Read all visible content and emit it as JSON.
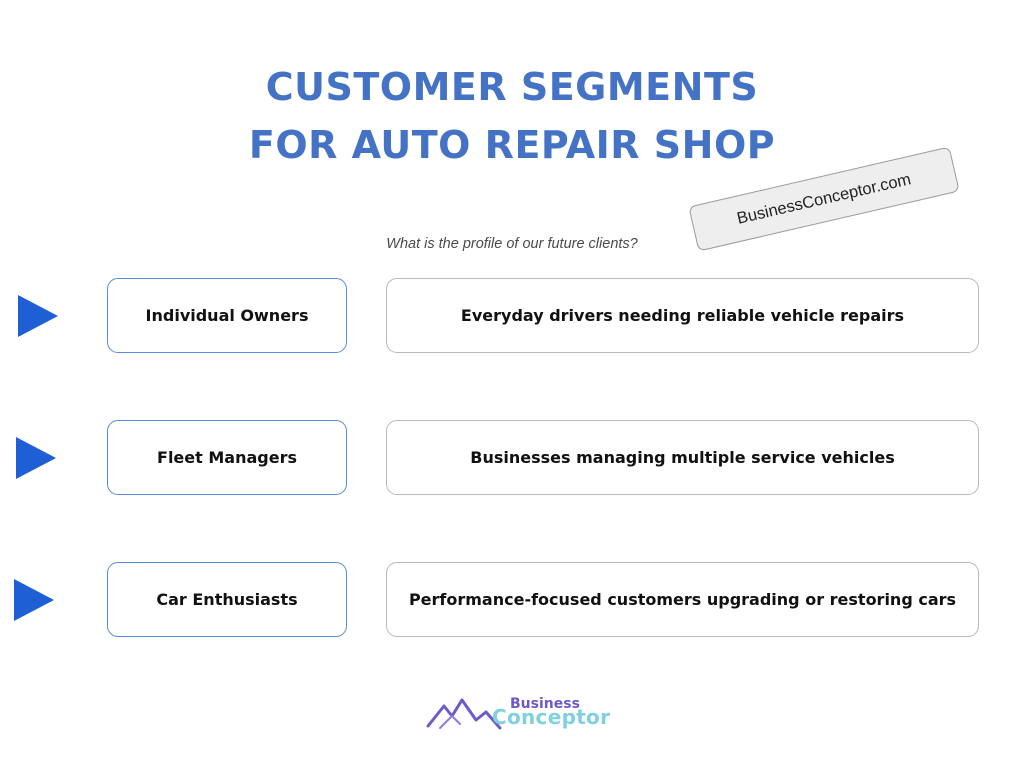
{
  "title": {
    "line1": "CUSTOMER SEGMENTS",
    "line2": "FOR AUTO REPAIR SHOP"
  },
  "subtitle": "What is the profile of our future clients?",
  "stamp": "BusinessConceptor.com",
  "segments": [
    {
      "name": "Individual Owners",
      "description": "Everyday drivers needing reliable vehicle repairs"
    },
    {
      "name": "Fleet Managers",
      "description": "Businesses managing multiple service vehicles"
    },
    {
      "name": "Car Enthusiasts",
      "description": "Performance-focused customers upgrading or restoring cars"
    }
  ],
  "logo": {
    "word1": "Business",
    "word2": "Conceptor"
  },
  "colors": {
    "title": "#4472c4",
    "arrow": "#1f5fd6",
    "segment_border": "#5b8ad9",
    "description_border": "#b9b9b9",
    "logo_mountain": "#6b5bc9",
    "logo_accent": "#7fd0e0"
  }
}
